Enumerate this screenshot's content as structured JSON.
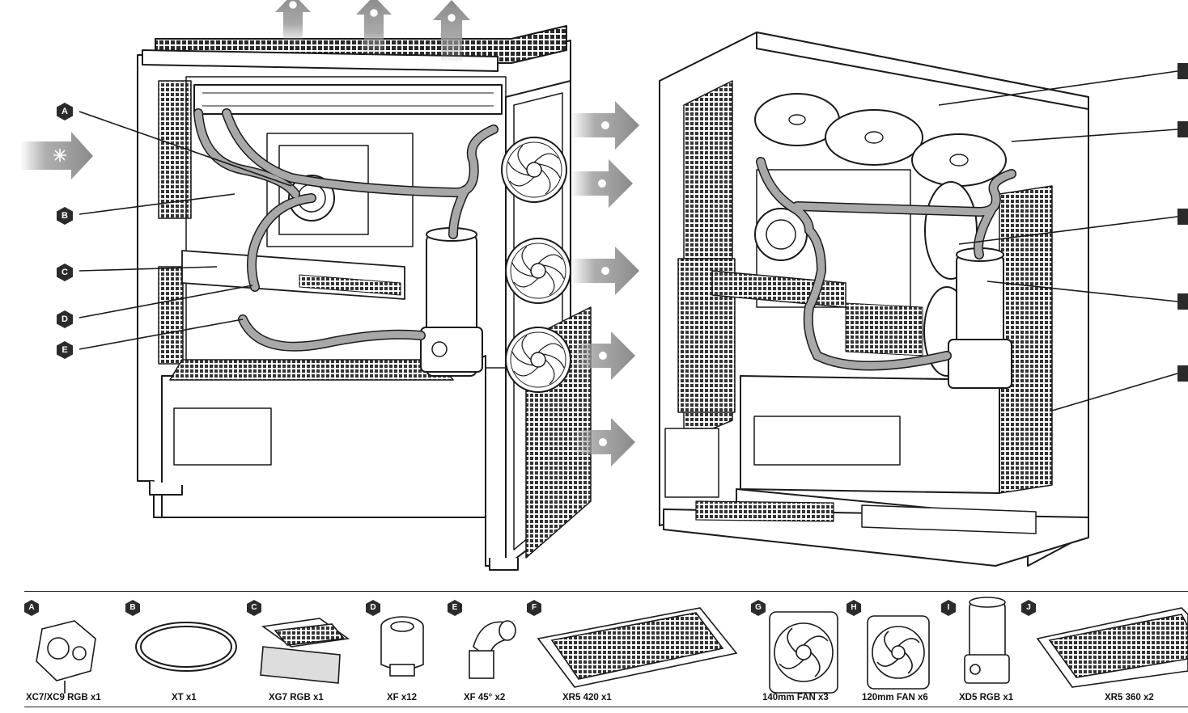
{
  "callouts_left": [
    {
      "letter": "A"
    },
    {
      "letter": "B"
    },
    {
      "letter": "C"
    },
    {
      "letter": "D"
    },
    {
      "letter": "E"
    }
  ],
  "parts": [
    {
      "letter": "A",
      "label": "XC7/XC9 RGB x1"
    },
    {
      "letter": "B",
      "label": "XT x1"
    },
    {
      "letter": "C",
      "label": "XG7 RGB x1"
    },
    {
      "letter": "D",
      "label": "XF x12"
    },
    {
      "letter": "E",
      "label": "XF 45° x2"
    },
    {
      "letter": "F",
      "label": "XR5 420 x1"
    },
    {
      "letter": "G",
      "label": "140mm FAN x3"
    },
    {
      "letter": "H",
      "label": "120mm FAN x6"
    },
    {
      "letter": "I",
      "label": "XD5 RGB x1"
    },
    {
      "letter": "J",
      "label": "XR5 360 x2"
    }
  ],
  "icons": {
    "intake": "snowflake-icon",
    "exhaust": "sun-icon"
  },
  "colors": {
    "line": "#1a1a1a",
    "badge": "#2b2b2b",
    "tube": "#a8a8a8",
    "arrow": "#8c8c8c"
  }
}
